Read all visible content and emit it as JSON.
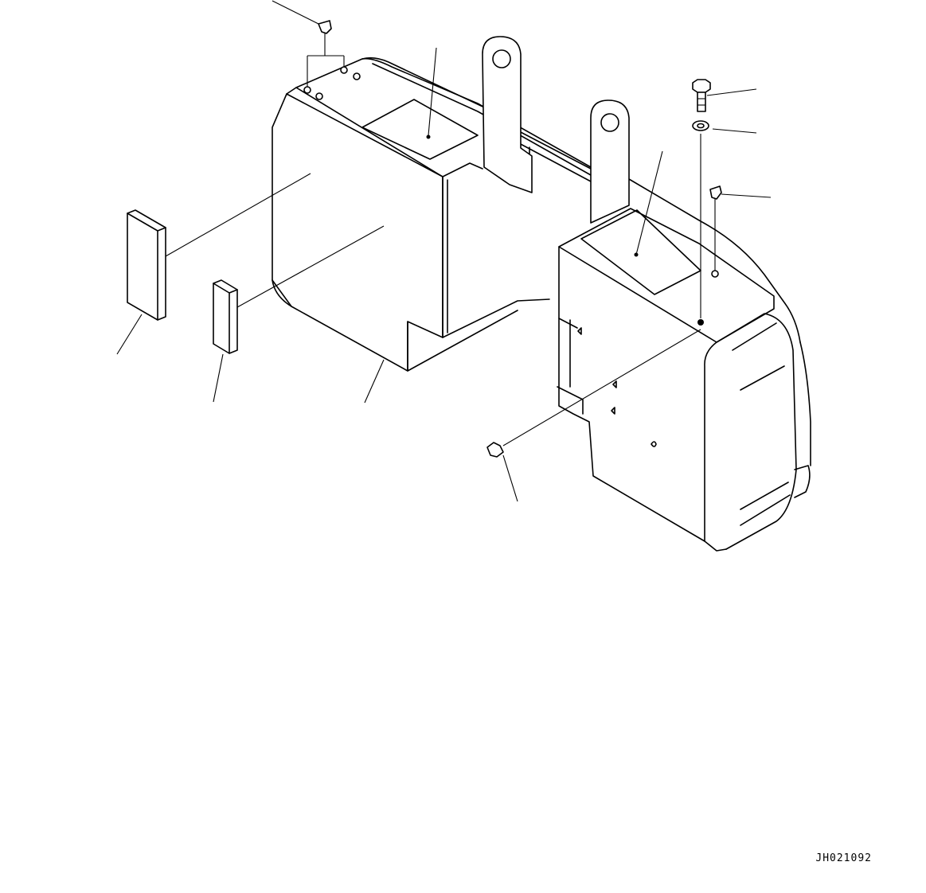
{
  "figure": {
    "drawing_code": "JH021092"
  },
  "parts": [
    {
      "name": "cover-bolt-top-left",
      "icon": "push-rivet-icon"
    },
    {
      "name": "counterweight-left-block",
      "icon": "box-icon"
    },
    {
      "name": "counterweight-right-block",
      "icon": "box-icon"
    },
    {
      "name": "lifting-bracket",
      "icon": "bracket-icon"
    },
    {
      "name": "hex-bolt",
      "icon": "bolt-icon"
    },
    {
      "name": "washer",
      "icon": "washer-icon"
    },
    {
      "name": "push-rivet-right",
      "icon": "push-rivet-icon"
    },
    {
      "name": "pad-large",
      "icon": "pad-icon"
    },
    {
      "name": "pad-small",
      "icon": "pad-icon"
    },
    {
      "name": "screw-bottom",
      "icon": "screw-icon"
    }
  ]
}
